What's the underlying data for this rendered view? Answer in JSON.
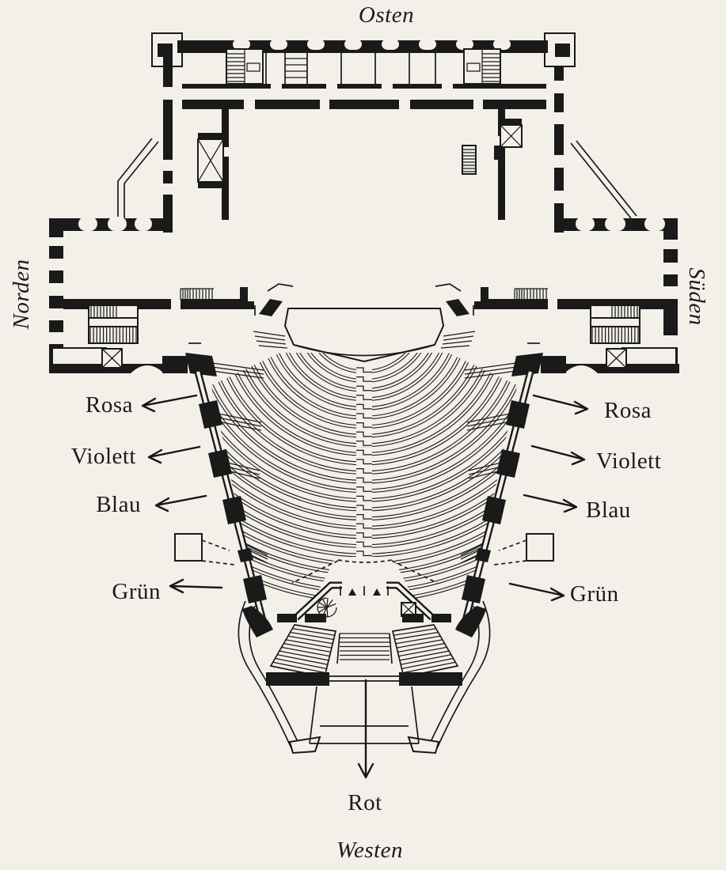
{
  "palette": {
    "paper": "#f3f0e9",
    "ink": "#1a1a1a"
  },
  "figure": {
    "kind": "concert-hall floor plan (scanned line drawing)"
  },
  "compass": {
    "east": "Osten",
    "north": "Norden",
    "south": "Süden",
    "west": "Westen"
  },
  "exits": {
    "left": [
      "Rosa",
      "Violett",
      "Blau",
      "Grün"
    ],
    "right": [
      "Rosa",
      "Violett",
      "Blau",
      "Grün"
    ],
    "west": "Rot"
  }
}
